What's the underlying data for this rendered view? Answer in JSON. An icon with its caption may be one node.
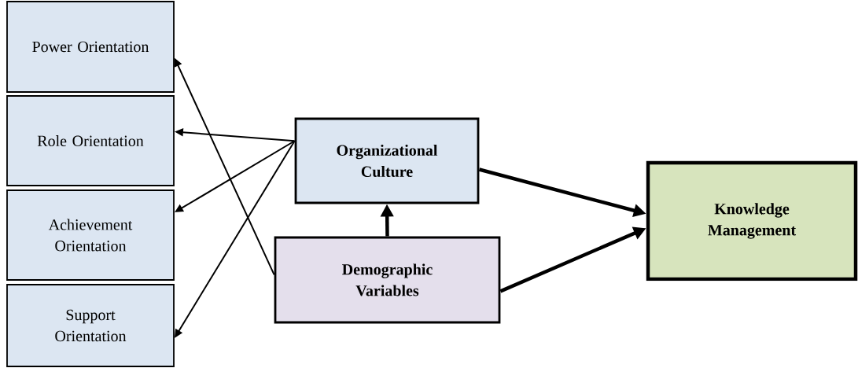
{
  "diagram": {
    "nodes": [
      {
        "text": [
          "Power Orientation"
        ]
      },
      {
        "text": [
          "Role Orientation"
        ]
      },
      {
        "text": [
          "Achievement Orientation"
        ]
      },
      {
        "text": [
          "Support Orientation"
        ]
      },
      {
        "text": [
          "Organizational Culture"
        ]
      },
      {
        "text": [
          "Demographic Variables"
        ]
      },
      {
        "text": [
          "Knowledge Management"
        ]
      }
    ],
    "edges": [
      {
        "from": 5,
        "to": 0,
        "arrow": "to"
      },
      {
        "from": 4,
        "to": 1,
        "arrow": "to"
      },
      {
        "from": 4,
        "to": 2,
        "arrow": "to"
      },
      {
        "from": 4,
        "to": 3,
        "arrow": "to"
      },
      {
        "from": 5,
        "to": 4,
        "arrow": "to",
        "style": "thick"
      },
      {
        "from": 4,
        "to": 6,
        "arrow": "to",
        "style": "thick"
      },
      {
        "from": 5,
        "to": 6,
        "arrow": "to",
        "style": "thick"
      }
    ]
  }
}
